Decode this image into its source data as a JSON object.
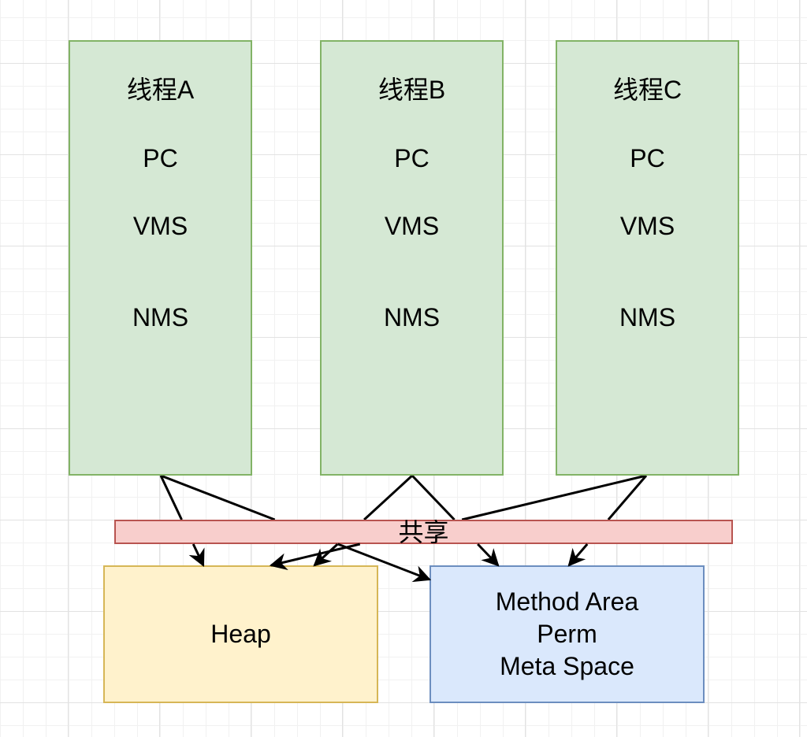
{
  "diagram": {
    "threads": [
      {
        "id": "thread-a",
        "title": "线程A",
        "items": [
          "PC",
          "VMS",
          "NMS"
        ]
      },
      {
        "id": "thread-b",
        "title": "线程B",
        "items": [
          "PC",
          "VMS",
          "NMS"
        ]
      },
      {
        "id": "thread-c",
        "title": "线程C",
        "items": [
          "PC",
          "VMS",
          "NMS"
        ]
      }
    ],
    "shared_label": "共享",
    "heap_label": "Heap",
    "method_area_lines": [
      "Method Area",
      "Perm",
      "Meta Space"
    ],
    "edges": [
      {
        "from": "thread-a",
        "to": "heap"
      },
      {
        "from": "thread-a",
        "to": "method-area"
      },
      {
        "from": "thread-b",
        "to": "heap"
      },
      {
        "from": "thread-b",
        "to": "method-area"
      },
      {
        "from": "thread-c",
        "to": "heap"
      },
      {
        "from": "thread-c",
        "to": "method-area"
      }
    ],
    "colors": {
      "thread_fill": "#d5e8d4",
      "thread_stroke": "#82b366",
      "shared_fill": "#f8cecc",
      "shared_stroke": "#b85450",
      "heap_fill": "#fff2cc",
      "heap_stroke": "#d6b656",
      "method_fill": "#dae8fc",
      "method_stroke": "#6c8ebf",
      "edge": "#000000"
    }
  }
}
